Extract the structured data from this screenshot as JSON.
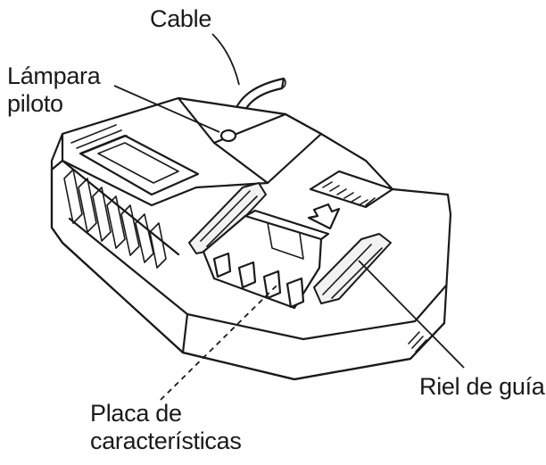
{
  "labels": {
    "cable": "Cable",
    "lampara_line1": "Lámpara",
    "lampara_line2": "piloto",
    "riel": "Riel de guía",
    "placa_line1": "Placa de",
    "placa_line2": "características"
  },
  "colors": {
    "ink": "#1a1a1a",
    "background": "#ffffff"
  }
}
